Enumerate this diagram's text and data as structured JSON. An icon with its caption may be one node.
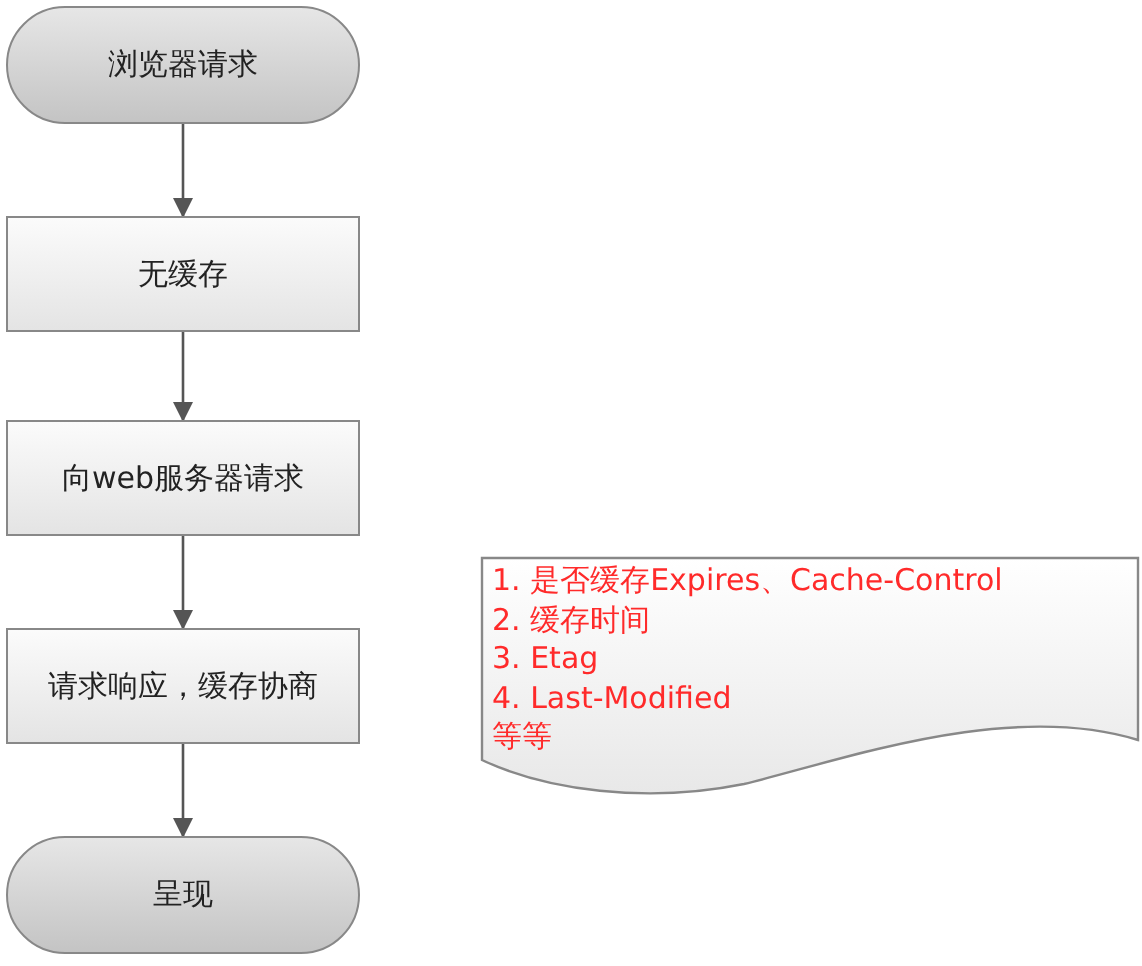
{
  "diagram": {
    "nodes": [
      {
        "text": [
          "浏览器请求"
        ]
      },
      {
        "text": [
          "无缓存"
        ]
      },
      {
        "text": [
          "向web服务器请求"
        ]
      },
      {
        "text": [
          "请求响应，缓存协商"
        ]
      },
      {
        "text": [
          "呈现"
        ]
      },
      {
        "text": [
          "1. 是否缓存Expires、Cache-Control",
          "2. 缓存时间",
          "3. Etag",
          "4. Last-Modified",
          "等等"
        ]
      }
    ],
    "edges": [
      {
        "from": 0,
        "to": 1,
        "arrow": "to"
      },
      {
        "from": 1,
        "to": 2,
        "arrow": "to"
      },
      {
        "from": 2,
        "to": 3,
        "arrow": "to"
      },
      {
        "from": 3,
        "to": 4,
        "arrow": "to"
      }
    ]
  }
}
